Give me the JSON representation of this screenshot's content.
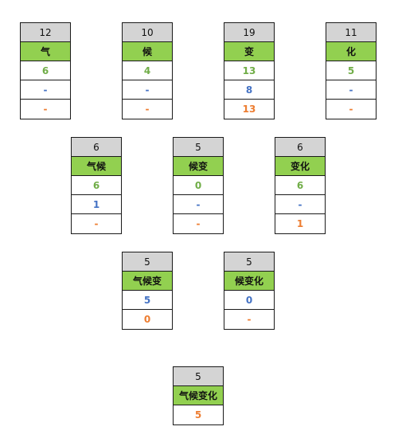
{
  "colors": {
    "total_bg": "#d4d4d4",
    "label_bg": "#92d050",
    "green": "#70ad47",
    "blue": "#4472c4",
    "orange": "#ed7d31"
  },
  "nodes": [
    {
      "total": "12",
      "label": "气",
      "values": [
        "6",
        "-",
        "-"
      ]
    },
    {
      "total": "10",
      "label": "候",
      "values": [
        "4",
        "-",
        "-"
      ]
    },
    {
      "total": "19",
      "label": "变",
      "values": [
        "13",
        "8",
        "13"
      ]
    },
    {
      "total": "11",
      "label": "化",
      "values": [
        "5",
        "-",
        "-"
      ]
    },
    {
      "total": "6",
      "label": "气候",
      "values": [
        "6",
        "1",
        "-"
      ]
    },
    {
      "total": "5",
      "label": "候变",
      "values": [
        "0",
        "-",
        "-"
      ]
    },
    {
      "total": "6",
      "label": "变化",
      "values": [
        "6",
        "-",
        "1"
      ]
    },
    {
      "total": "5",
      "label": "气候变",
      "values": [
        "5",
        "0"
      ],
      "value_colors": [
        "blue",
        "orange"
      ]
    },
    {
      "total": "5",
      "label": "候变化",
      "values": [
        "0",
        "-"
      ],
      "value_colors": [
        "blue",
        "orange"
      ]
    },
    {
      "total": "5",
      "label": "气候变化",
      "values": [
        "5"
      ],
      "value_colors": [
        "orange"
      ]
    }
  ]
}
